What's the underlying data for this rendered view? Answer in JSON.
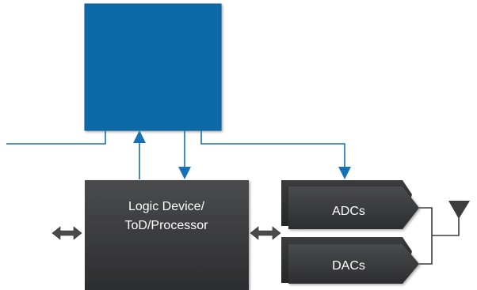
{
  "blocks": {
    "top_block": {
      "label": ""
    },
    "logic_device": {
      "line1": "Logic Device/",
      "line2": "ToD/Processor"
    },
    "adcs": {
      "label": "ADCs"
    },
    "dacs": {
      "label": "DACs"
    }
  },
  "colors": {
    "top_block": "#0a6aa8",
    "top_block_border": "#0b5a8c",
    "connector": "#1672b5",
    "dark_block": "#3c3d3f",
    "dark_block_back": "#2e2f31",
    "antenna": "#3c3d3f",
    "wire": "#3c3d3f"
  },
  "icons": [
    "double-arrow-icon",
    "antenna-icon"
  ]
}
